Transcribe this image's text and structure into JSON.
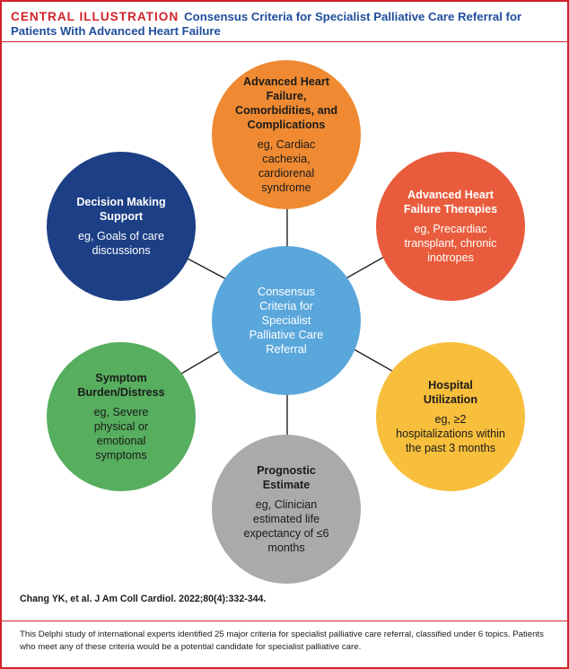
{
  "header": {
    "tag": "CENTRAL ILLUSTRATION",
    "title": "Consensus Criteria for Specialist Palliative Care Referral for Patients With Advanced Heart Failure"
  },
  "center": {
    "title": "Consensus Criteria for Specialist Palliative Care Referral",
    "color": "#5aa7dc"
  },
  "topics": [
    {
      "title": "Advanced Heart Failure, Comorbidities, and Complications",
      "example": "eg, Cardiac cachexia, cardiorenal syndrome",
      "color": "#ef8a32"
    },
    {
      "title": "Advanced Heart Failure Therapies",
      "example": "eg, Precardiac transplant, chronic inotropes",
      "color": "#e85c3d"
    },
    {
      "title": "Hospital Utilization",
      "example": "eg, ≥2 hospitalizations within the past 3 months",
      "color": "#f8bf3d"
    },
    {
      "title": "Prognostic Estimate",
      "example": "eg, Clinician estimated life expectancy of ≤6 months",
      "color": "#a8aaac"
    },
    {
      "title": "Symptom Burden/Distress",
      "example": "eg, Severe physical or emotional symptoms",
      "color": "#56ae5e"
    },
    {
      "title": "Decision Making Support",
      "example": "eg, Goals of care discussions",
      "color": "#1c3f85"
    }
  ],
  "citation": "Chang YK, et al. J Am Coll Cardiol. 2022;80(4):332-344.",
  "footnote": "This Delphi study of international experts identified 25 major criteria for specialist palliative care referral, classified under 6 topics. Patients who meet any of these criteria would be a potential candidate for specialist palliative care."
}
